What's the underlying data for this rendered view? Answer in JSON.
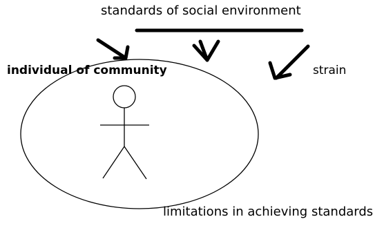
{
  "labels": {
    "standards": "standards of social environment",
    "individual": "individual of community",
    "strain": "strain",
    "limitations": "limitations in achieving standards"
  },
  "colors": {
    "ink": "#000000",
    "background": "#ffffff"
  },
  "icons": {
    "figure": "stick-figure-icon",
    "arrow": "arrow-down-icon"
  }
}
